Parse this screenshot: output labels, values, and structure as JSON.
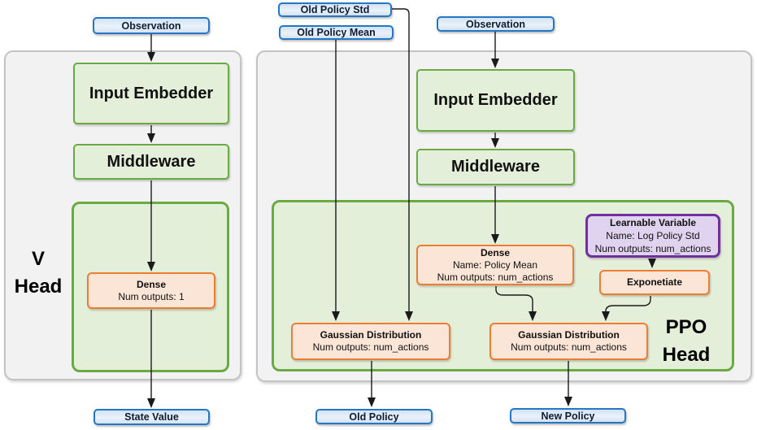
{
  "colors": {
    "green_border": "#6aaa43",
    "green_fill": "#e4efda",
    "orange_border": "#ed7d31",
    "orange_fill": "#fbe5d6",
    "purple_border": "#7030a0",
    "purple_fill": "#e0d3ef",
    "blue_border": "#2577c4",
    "blue_fill": "#d3e2f2",
    "container_fill": "#f2f2f2",
    "container_border": "#c3c3c3",
    "line_color": "#1a1a1a"
  },
  "external_inputs": {
    "old_policy_std": "Old Policy Std",
    "old_policy_mean": "Old Policy Mean"
  },
  "v_head": {
    "label_top": "V",
    "label_bottom": "Head",
    "input": "Observation",
    "input_embedder": "Input Embedder",
    "middleware": "Middleware",
    "dense_title": "Dense",
    "dense_outputs": "Num outputs: 1",
    "output": "State Value"
  },
  "ppo_head": {
    "label_top": "PPO",
    "label_bottom": "Head",
    "input": "Observation",
    "input_embedder": "Input Embedder",
    "middleware": "Middleware",
    "dense_title": "Dense",
    "dense_name": "Name: Policy Mean",
    "dense_outputs": "Num outputs: num_actions",
    "learnable_title": "Learnable Variable",
    "learnable_name": "Name: Log Policy Std",
    "learnable_outputs": "Num outputs: num_actions",
    "exponetiate": "Exponetiate",
    "gaussian_old_title": "Gaussian Distribution",
    "gaussian_old_outputs": "Num outputs: num_actions",
    "gaussian_new_title": "Gaussian Distribution",
    "gaussian_new_outputs": "Num outputs: num_actions",
    "output_old": "Old Policy",
    "output_new": "New Policy"
  }
}
